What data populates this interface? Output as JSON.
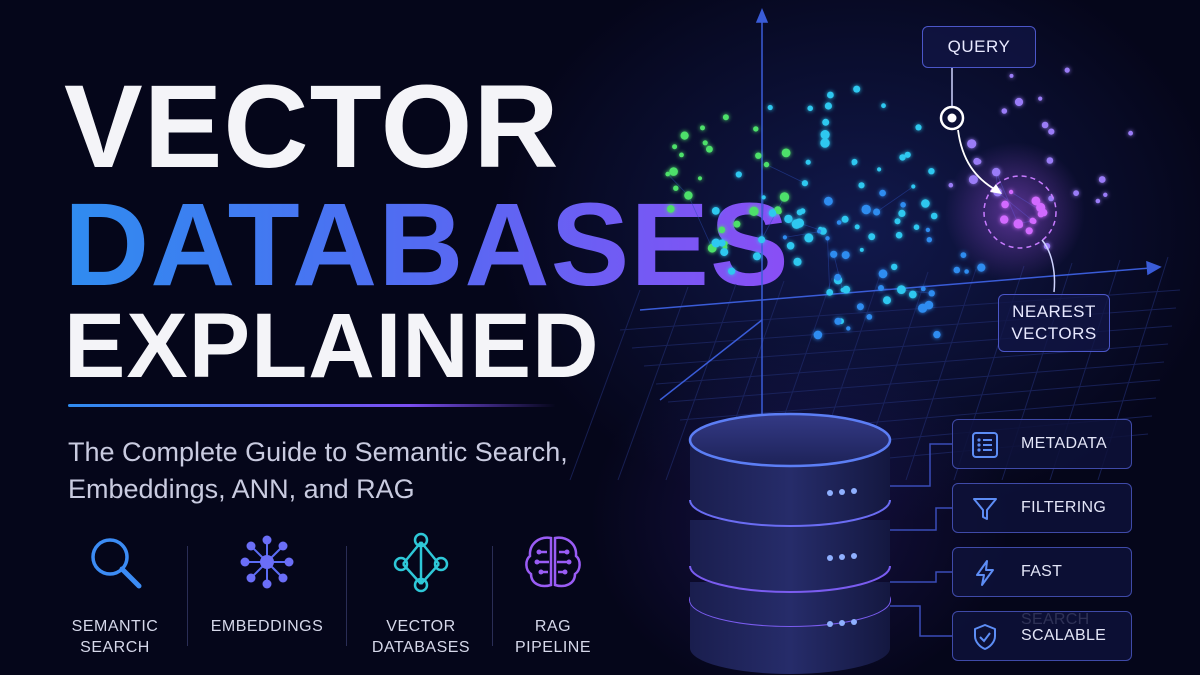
{
  "title": {
    "line1": "VECTOR",
    "line2": "DATABASES",
    "line3": "EXPLAINED"
  },
  "subtitle": {
    "line1": "The Complete Guide to Semantic Search,",
    "line2": "Embeddings, ANN, and RAG"
  },
  "features": [
    {
      "line1": "SEMANTIC",
      "line2": "SEARCH",
      "icon": "magnifier-icon"
    },
    {
      "line1": "EMBEDDINGS",
      "line2": "",
      "icon": "network-nodes-icon"
    },
    {
      "line1": "VECTOR",
      "line2": "DATABASES",
      "icon": "graph-nodes-icon"
    },
    {
      "line1": "RAG",
      "line2": "PIPELINE",
      "icon": "brain-circuit-icon"
    }
  ],
  "diagram": {
    "query_label": "QUERY",
    "nearest_line1": "NEAREST",
    "nearest_line2": "VECTORS"
  },
  "db_features": [
    {
      "label": "METADATA",
      "icon": "list-icon"
    },
    {
      "label": "FILTERING",
      "icon": "funnel-icon"
    },
    {
      "label": "FAST SEARCH",
      "icon": "lightning-icon"
    },
    {
      "label": "SCALABLE",
      "icon": "shield-check-icon"
    }
  ],
  "colors": {
    "background": "#05061a",
    "accent_blue": "#2f8cf0",
    "accent_purple": "#8a4ef5",
    "green_points": "#4de06a",
    "cyan_points": "#2ec8f0",
    "magenta_points": "#d26bff"
  }
}
